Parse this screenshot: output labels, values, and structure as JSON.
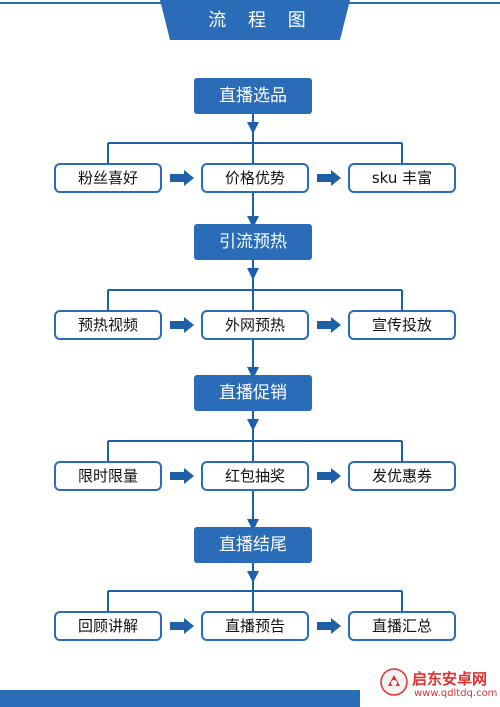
{
  "title": "流 程 图",
  "colors": {
    "accent": "#2a6cb7",
    "connector": "#1e5fa8",
    "text": "#111111"
  },
  "stages": [
    {
      "header": "直播选品",
      "items": [
        "粉丝喜好",
        "价格优势",
        "sku 丰富"
      ]
    },
    {
      "header": "引流预热",
      "items": [
        "预热视频",
        "外网预热",
        "宣传投放"
      ]
    },
    {
      "header": "直播促销",
      "items": [
        "限时限量",
        "红包抽奖",
        "发优惠券"
      ]
    },
    {
      "header": "直播结尾",
      "items": [
        "回顾讲解",
        "直播预告",
        "直播汇总"
      ]
    }
  ],
  "watermark": {
    "name": "启东安卓网",
    "url": "www.qdltdq.com"
  }
}
